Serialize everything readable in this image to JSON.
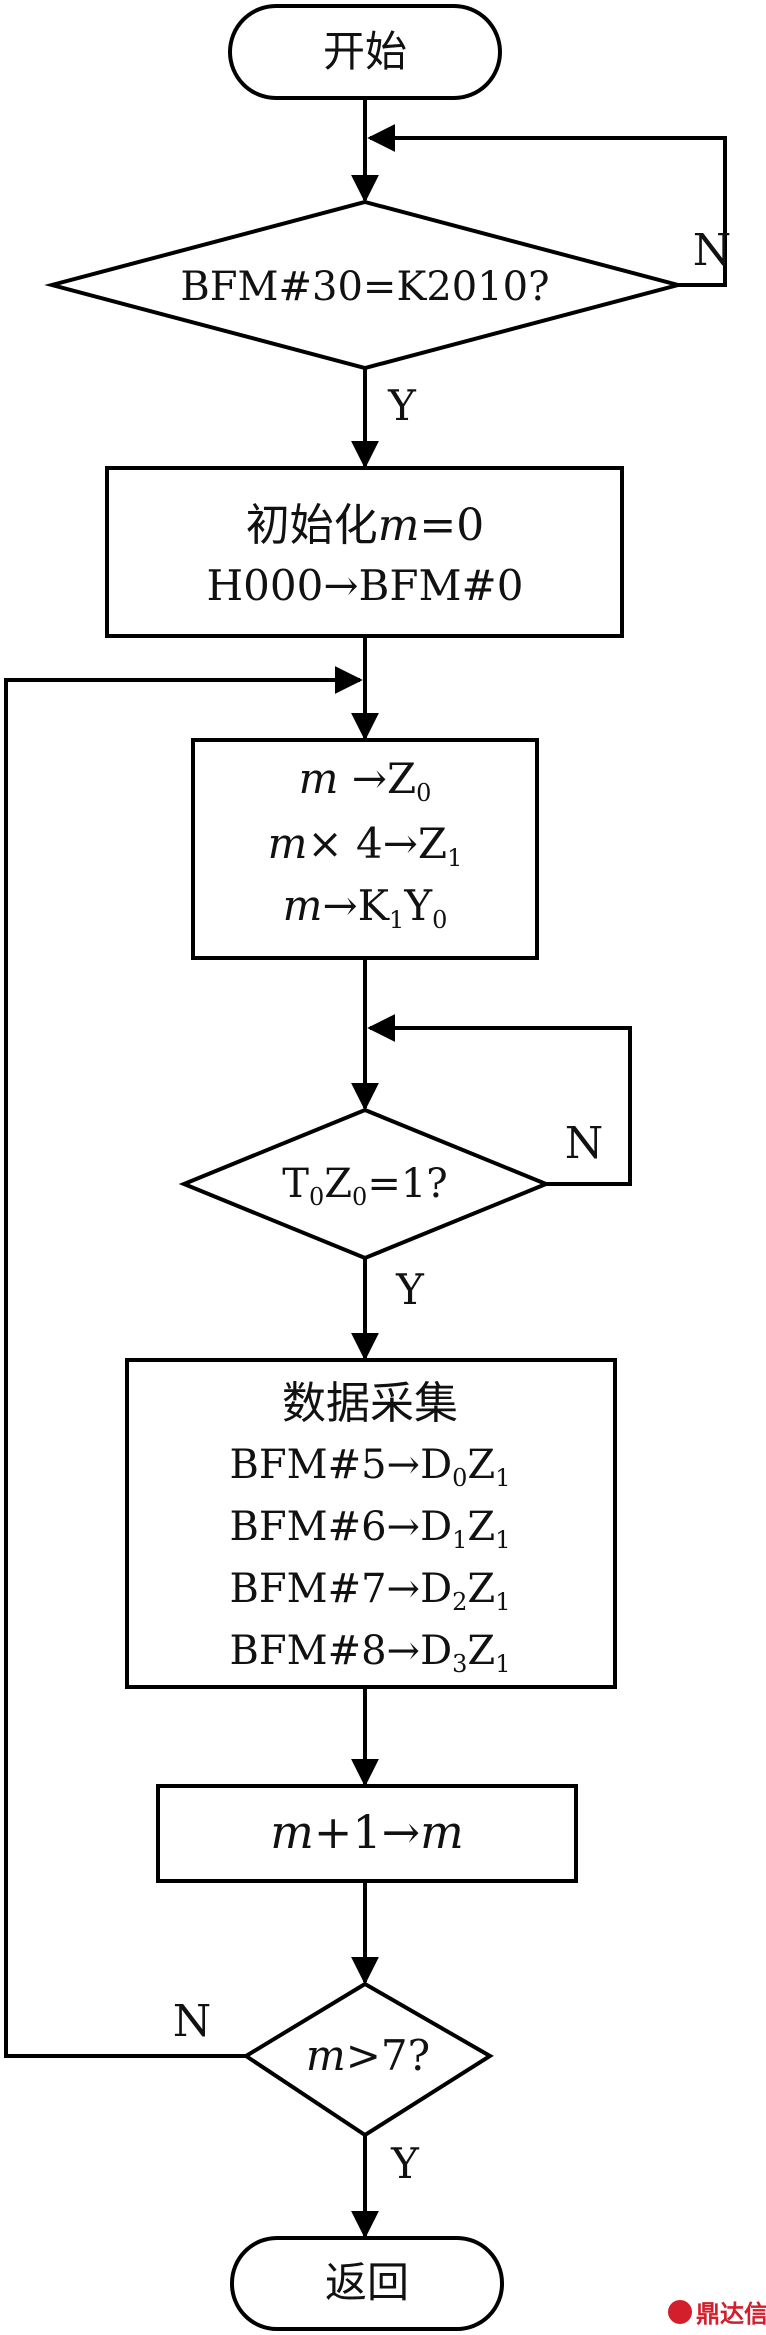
{
  "start": {
    "label": "开始"
  },
  "decision1": {
    "text": "BFM#30=K2010?",
    "yes": "Y",
    "no": "N"
  },
  "init": {
    "line1_cn": "初始化",
    "line1_var": "m",
    "line1_rest": "=0",
    "line2": "H000→BFM#0"
  },
  "assign": {
    "l1_var": "m",
    "l1_arrow": " →Z",
    "l1_sub": "0",
    "l2_var": "m",
    "l2_mid": "× 4→Z",
    "l2_sub": "1",
    "l3_var": "m",
    "l3_arrow": "→K",
    "l3_sub1": "1",
    "l3_y": "Y",
    "l3_sub2": "0"
  },
  "decision2": {
    "t": "T",
    "t_sub": "0",
    "z": "Z",
    "z_sub": "0",
    "rest": "=1?",
    "yes": "Y",
    "no": "N"
  },
  "acquisition": {
    "title": "数据采集",
    "rows": [
      {
        "lead": "BFM#5→D",
        "d_sub": "0",
        "z": "Z",
        "z_sub": "1"
      },
      {
        "lead": "BFM#6→D",
        "d_sub": "1",
        "z": "Z",
        "z_sub": "1"
      },
      {
        "lead": "BFM#7→D",
        "d_sub": "2",
        "z": "Z",
        "z_sub": "1"
      },
      {
        "lead": "BFM#8→D",
        "d_sub": "3",
        "z": "Z",
        "z_sub": "1"
      }
    ]
  },
  "increment": {
    "var1": "m",
    "mid": "+1→",
    "var2": "m"
  },
  "decision3": {
    "var": "m",
    "rest": ">7?",
    "yes": "Y",
    "no": "N"
  },
  "end": {
    "label": "返回"
  },
  "watermark": {
    "text": "鼎达信",
    "color": "#d21f2b"
  }
}
